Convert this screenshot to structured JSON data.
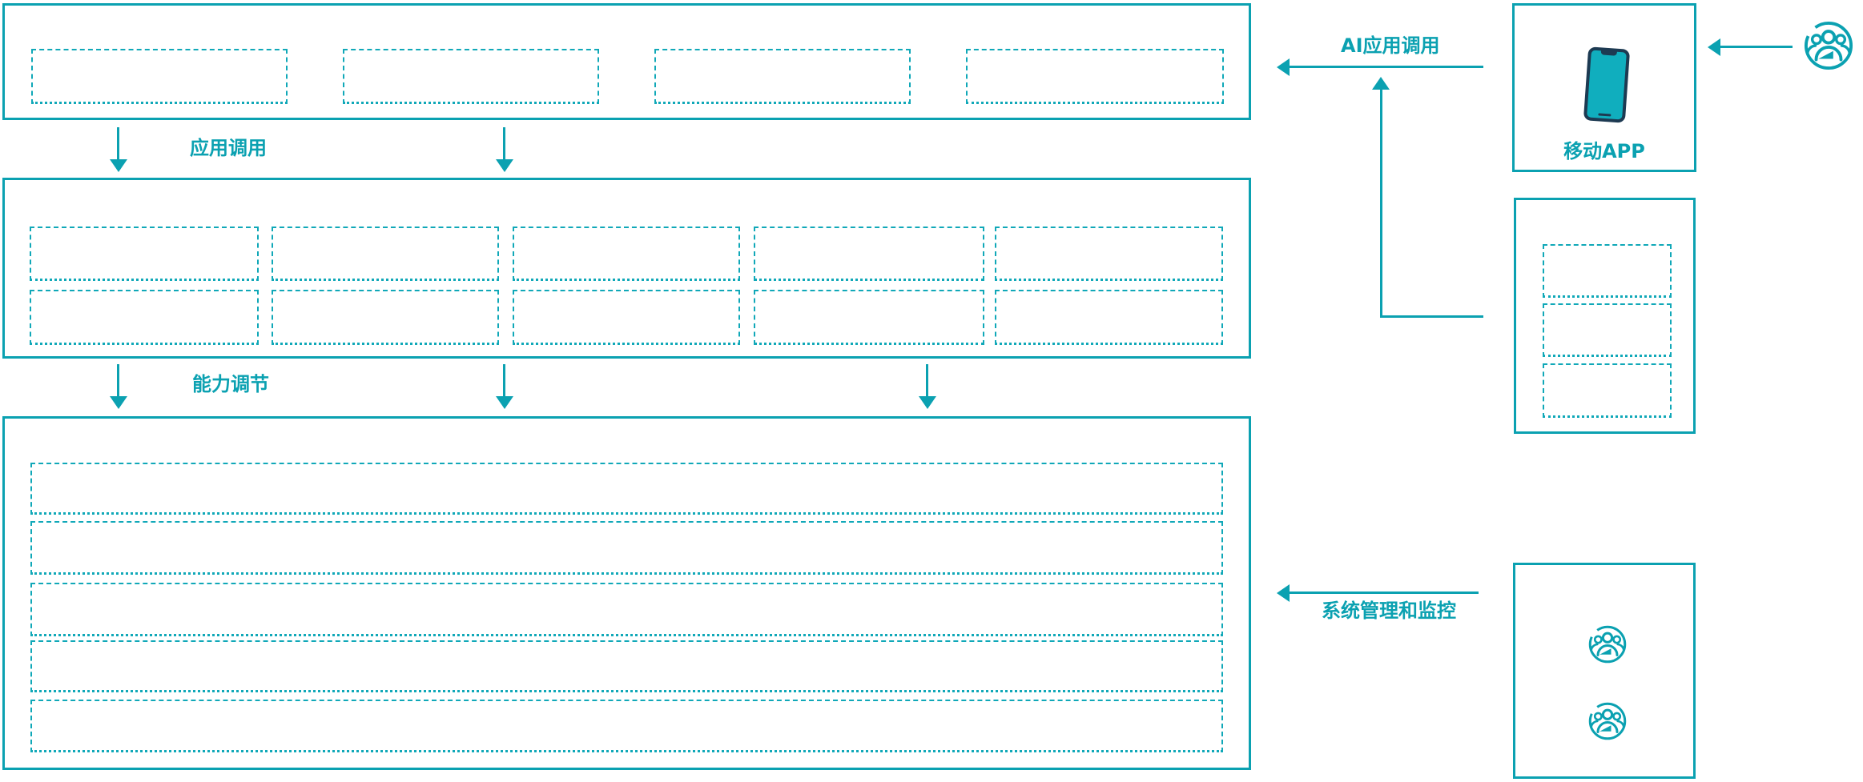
{
  "colors": {
    "teal": "#0ba1b1",
    "dashed_teal": "#10a8b8",
    "phone_navy": "#1d3a52",
    "phone_screen": "#10aebe",
    "background": "#ffffff"
  },
  "flow_labels": {
    "app_call": "应用调用",
    "capability_adjust": "能力调节",
    "ai_app_call": "AI应用调用",
    "system_management": "系统管理和监控"
  },
  "right_panel": {
    "mobile_app_label": "移动APP"
  },
  "icons": {
    "phone": "smartphone-icon",
    "users": "users-group-icon"
  }
}
